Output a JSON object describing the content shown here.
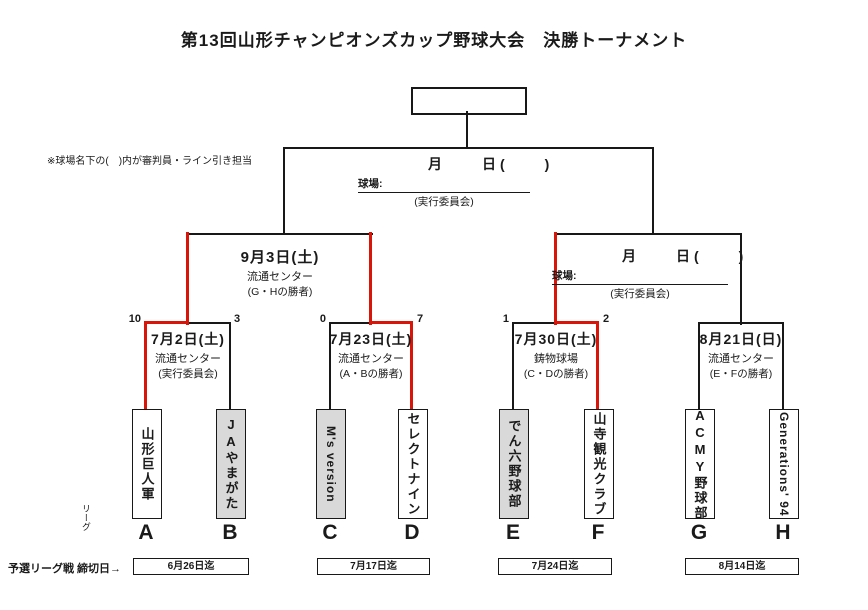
{
  "title": "第13回山形チャンピオンズカップ野球大会　決勝トーナメント",
  "note": "※球場名下の(　)内が審判員・ライン引き担当",
  "colors": {
    "winner_line": "#d91408",
    "eliminated_fill": "#d9d9d9",
    "line": "#181818"
  },
  "final": {
    "date_line": "月　　日(　　)",
    "venue_label": "球場:",
    "crew": "(実行委員会)"
  },
  "semifinal_left": {
    "date": "9月3日(土)",
    "venue": "流通センター",
    "crew": "(G・Hの勝者)"
  },
  "semifinal_right": {
    "date_line": "月　　日(　　)",
    "venue_label": "球場:",
    "crew": "(実行委員会)"
  },
  "quarterfinals": [
    {
      "date": "7月2日(土)",
      "venue": "流通センター",
      "crew": "(実行委員会)",
      "score_left": "10",
      "score_right": "3"
    },
    {
      "date": "7月23日(土)",
      "venue": "流通センター",
      "crew": "(A・Bの勝者)",
      "score_left": "0",
      "score_right": "7"
    },
    {
      "date": "7月30日(土)",
      "venue": "鋳物球場",
      "crew": "(C・Dの勝者)",
      "score_left": "1",
      "score_right": "2"
    },
    {
      "date": "8月21日(日)",
      "venue": "流通センター",
      "crew": "(E・Fの勝者)",
      "score_left": "",
      "score_right": ""
    }
  ],
  "teams": [
    {
      "name": "山形巨人軍",
      "league": "A",
      "eliminated": false
    },
    {
      "name": "JAやまがた",
      "league": "B",
      "eliminated": true
    },
    {
      "name": "M's version",
      "league": "C",
      "eliminated": true
    },
    {
      "name": "セレクトナイン",
      "league": "D",
      "eliminated": false
    },
    {
      "name": "でん六野球部",
      "league": "E",
      "eliminated": true
    },
    {
      "name": "山寺観光クラブ",
      "league": "F",
      "eliminated": false
    },
    {
      "name": "ACMY野球部",
      "league": "G",
      "eliminated": false
    },
    {
      "name": "Generations' 94",
      "league": "H",
      "eliminated": false
    }
  ],
  "league_axis": {
    "label": "リーグ",
    "prelim_label": "予選リーグ戦 締切日→",
    "deadlines": [
      "6月26日迄",
      "7月17日迄",
      "7月24日迄",
      "8月14日迄"
    ]
  }
}
